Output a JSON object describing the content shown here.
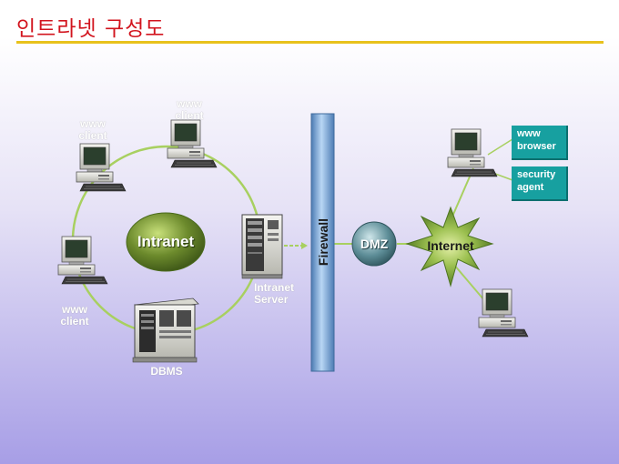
{
  "title": "인트라넷 구성도",
  "colors": {
    "title": "#d2141e",
    "rule": "#e8c21c",
    "ring": "#a8d060",
    "intranet_oval": "#6c8a2c",
    "firewall": "#7aa6d4",
    "dmz": "#5e8e98",
    "internet_star": "#6f9a30",
    "label_box": "#17a0a0"
  },
  "labels": {
    "client_top": "www\nclient",
    "client_left_top": "www\nclient",
    "client_left_bottom": "www\nclient",
    "intranet": "Intranet",
    "intranet_server": "Intranet\nServer",
    "dbms": "DBMS",
    "firewall": "Firewall",
    "dmz": "DMZ",
    "internet": "Internet",
    "www_browser": "www\nbrowser",
    "security_agent": "security\nagent"
  }
}
